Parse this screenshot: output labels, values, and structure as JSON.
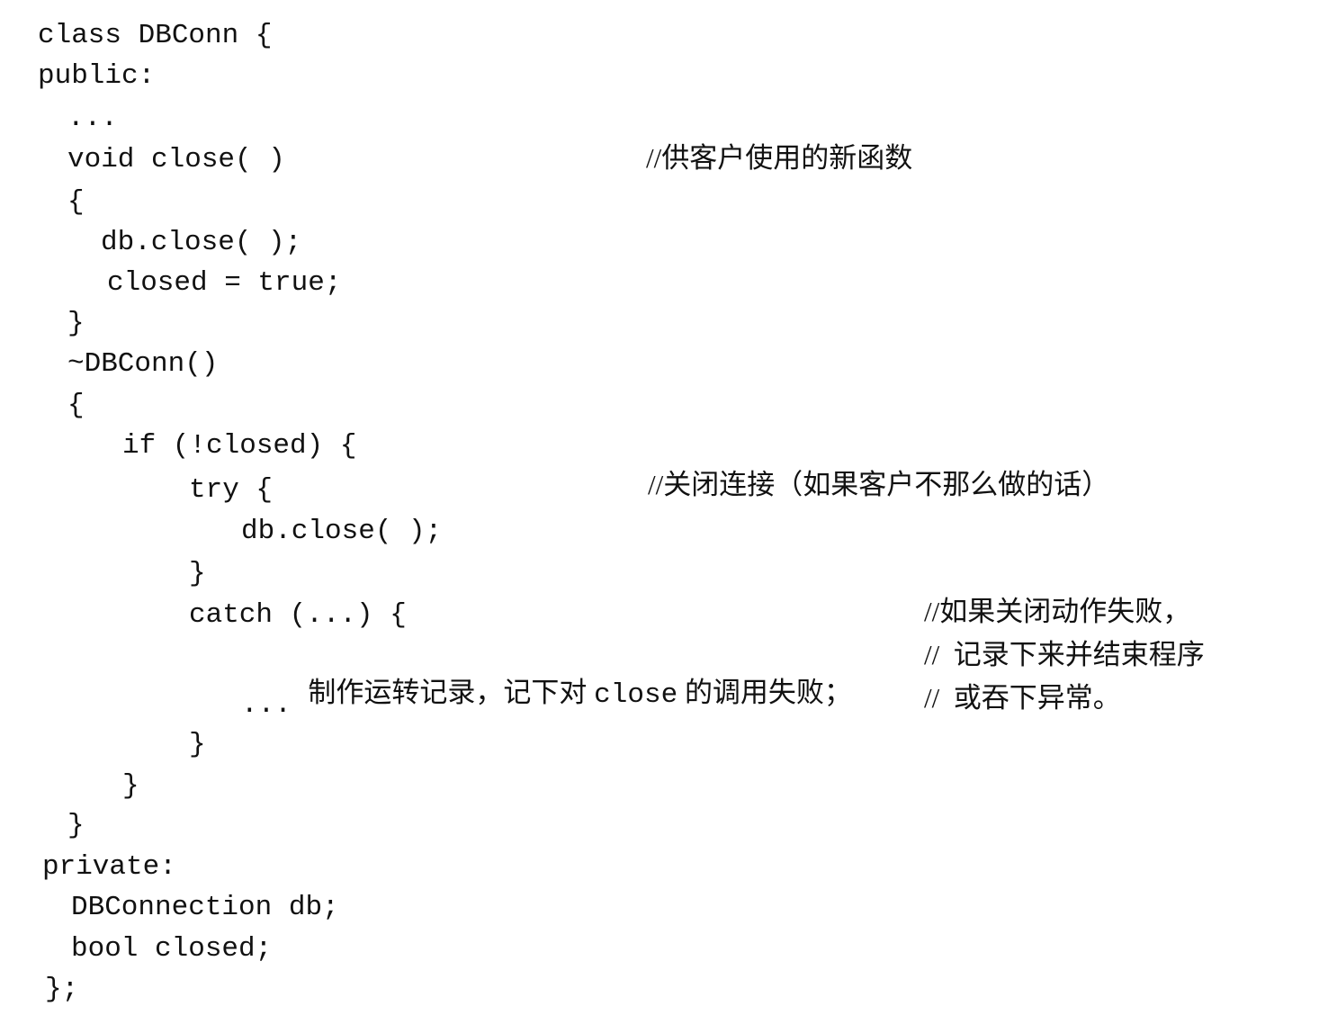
{
  "code": {
    "line_class": "class DBConn {",
    "line_public": "public:",
    "line_ellipsis_1": "...",
    "line_void_close": "void close( )",
    "line_brace_open_1": "{",
    "line_db_close_1": "db.close( );",
    "line_closed_true": "closed = true;",
    "line_brace_close_1": "}",
    "line_destructor": "~DBConn()",
    "line_brace_open_2": "{",
    "line_if_closed": "if (!closed) {",
    "line_try": "try {",
    "line_db_close_2": "db.close( );",
    "line_brace_close_2": "}",
    "line_catch": "catch (...) {",
    "line_log_prefix": "制作运转记录，记下对 ",
    "line_log_keyword": "close",
    "line_log_suffix": " 的调用失败；",
    "line_ellipsis_2": "...",
    "line_brace_close_3": "}",
    "line_brace_close_4": "}",
    "line_brace_close_5": "}",
    "line_private": "private:",
    "line_db_member": "DBConnection db;",
    "line_bool_member": "bool closed;",
    "line_class_end": "};"
  },
  "comments": {
    "new_function": "//供客户使用的新函数",
    "close_connection": "//关闭连接（如果客户不那么做的话）",
    "if_close_fails": "//如果关闭动作失败，",
    "record_and_end": "//  记录下来并结束程序",
    "or_swallow": "//  或吞下异常。"
  }
}
